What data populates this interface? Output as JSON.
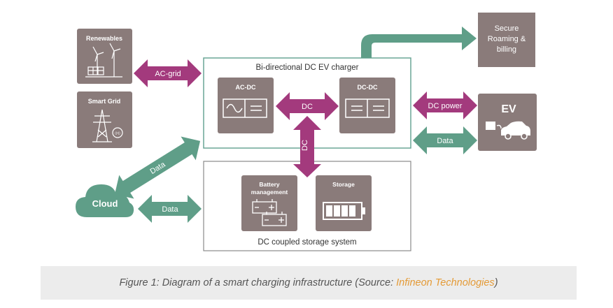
{
  "colors": {
    "box": "#8a7b7a",
    "teal": "#5f9e88",
    "magenta": "#a33a7d",
    "frame": "#6aa595",
    "gray_frame": "#8a8a8a",
    "caption_bg": "#ececec",
    "link": "#e49a36"
  },
  "nodes": {
    "renewables": "Renewables",
    "smart_grid": "Smart Grid",
    "charger_title": "Bi-directional DC EV charger",
    "ac_dc": "AC-DC",
    "dc_dc": "DC-DC",
    "secure_roaming": [
      "Secure",
      "Roaming &",
      "billing"
    ],
    "ev": "EV",
    "cloud": "Cloud",
    "battery_management": [
      "Battery",
      "management"
    ],
    "storage": "Storage",
    "storage_system_title": "DC coupled storage system",
    "grid_meter_text": "((•))"
  },
  "arrows": {
    "ac_grid": "AC-grid",
    "dc_horizontal": "DC",
    "dc_vertical": "DC",
    "dc_power": "DC power",
    "data_ev": "Data",
    "data_cloud_charger": "Data",
    "data_cloud_storage": "Data"
  },
  "icons": {
    "renewables": "wind-solar-icon",
    "smart_grid": "power-tower-icon",
    "ac_dc": "sine-dc-converter-icon",
    "dc_dc": "dc-dc-converter-icon",
    "battery": "battery-pack-icon",
    "storage": "battery-level-icon",
    "ev": "electric-car-icon"
  },
  "caption": {
    "prefix": "Figure 1: Diagram of a smart charging infrastructure (Source: ",
    "link": "Infineon Technologies",
    "suffix": ")"
  }
}
